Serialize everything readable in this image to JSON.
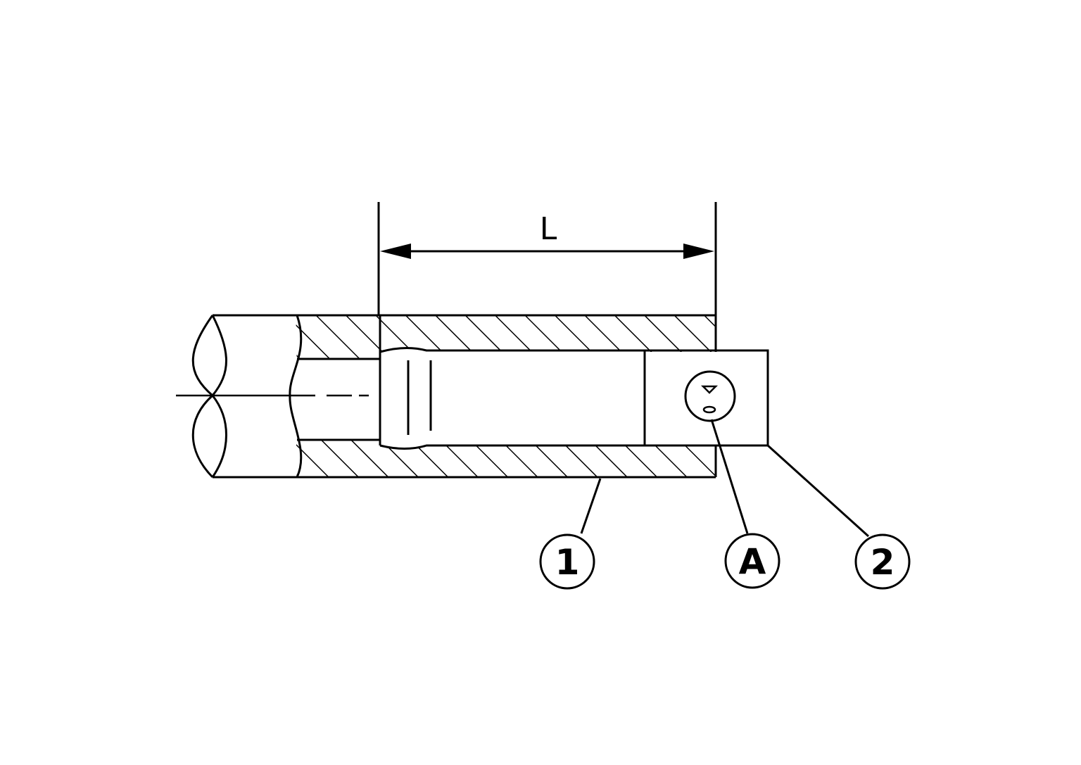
{
  "diagram": {
    "dimension_label": "L",
    "callouts": [
      {
        "id": "1",
        "text": "1"
      },
      {
        "id": "A",
        "text": "A"
      },
      {
        "id": "2",
        "text": "2"
      }
    ],
    "colors": {
      "ink": "#000000",
      "background": "#ffffff"
    }
  }
}
